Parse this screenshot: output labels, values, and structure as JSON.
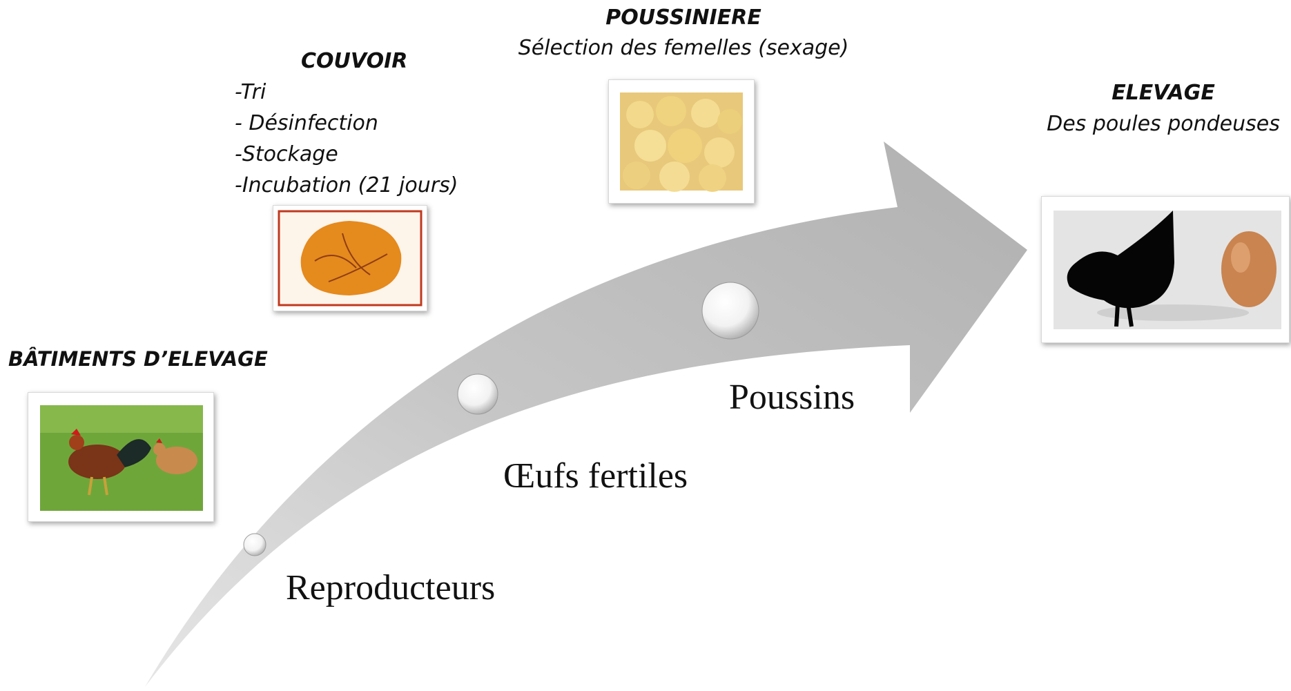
{
  "stages": [
    {
      "id": "batiments",
      "title": "BÂTIMENTS D’ELEVAGE",
      "lines": [],
      "image_icon": "rooster-and-hen-photo"
    },
    {
      "id": "couvoir",
      "title": "COUVOIR",
      "lines": [
        "-Tri",
        "- Désinfection",
        "-Stockage",
        "-Incubation (21 jours)"
      ],
      "image_icon": "incubated-egg-photo"
    },
    {
      "id": "poussiniere",
      "title": "POUSSINIERE",
      "lines": [
        "Sélection des femelles (sexage)"
      ],
      "image_icon": "chicks-photo"
    },
    {
      "id": "elevage",
      "title": "ELEVAGE",
      "lines": [
        "Des poules pondeuses"
      ],
      "image_icon": "hen-and-egg-photo"
    }
  ],
  "arrow_labels": {
    "reproducteurs": "Reproducteurs",
    "oeufs": "Œufs fertiles",
    "poussins": "Poussins"
  },
  "colors": {
    "arrow": "#bdbdbd",
    "text": "#111111"
  }
}
